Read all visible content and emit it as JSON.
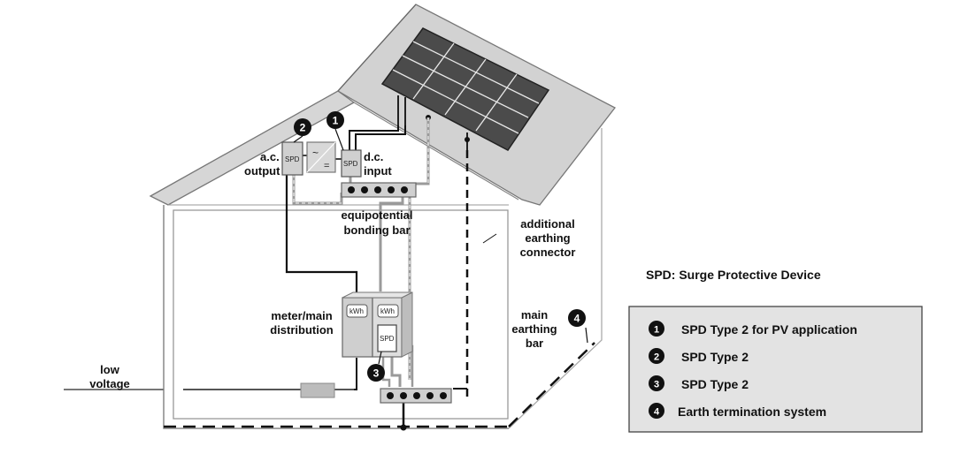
{
  "labels": {
    "ac_output_line1": "a.c.",
    "ac_output_line2": "output",
    "dc_input_line1": "d.c.",
    "dc_input_line2": "input",
    "bonding_line1": "equipotential",
    "bonding_line2": "bonding bar",
    "additional_line1": "additional",
    "additional_line2": "earthing",
    "additional_line3": "connector",
    "meter_line1": "meter/main",
    "meter_line2": "distribution",
    "main_earth_line1": "main",
    "main_earth_line2": "earthing",
    "main_earth_line3": "bar",
    "low_voltage_line1": "low",
    "low_voltage_line2": "voltage",
    "spd_box": "SPD",
    "kwh": "kWh",
    "inverter_ac": "~",
    "inverter_dc": "="
  },
  "badges": [
    "1",
    "2",
    "3",
    "4"
  ],
  "definition": "SPD: Surge Protective Device",
  "legend": [
    {
      "badge": "1",
      "text": "SPD Type 2 for PV application"
    },
    {
      "badge": "2",
      "text": "SPD Type 2"
    },
    {
      "badge": "3",
      "text": "SPD Type 2"
    },
    {
      "badge": "4",
      "text": "Earth termination system"
    }
  ],
  "colors": {
    "legend_bg": "#e3e3e3",
    "roof_fill": "#d4d4d4",
    "panel_fill": "#4a4a4a",
    "wire_gray": "#9a9a9a"
  }
}
